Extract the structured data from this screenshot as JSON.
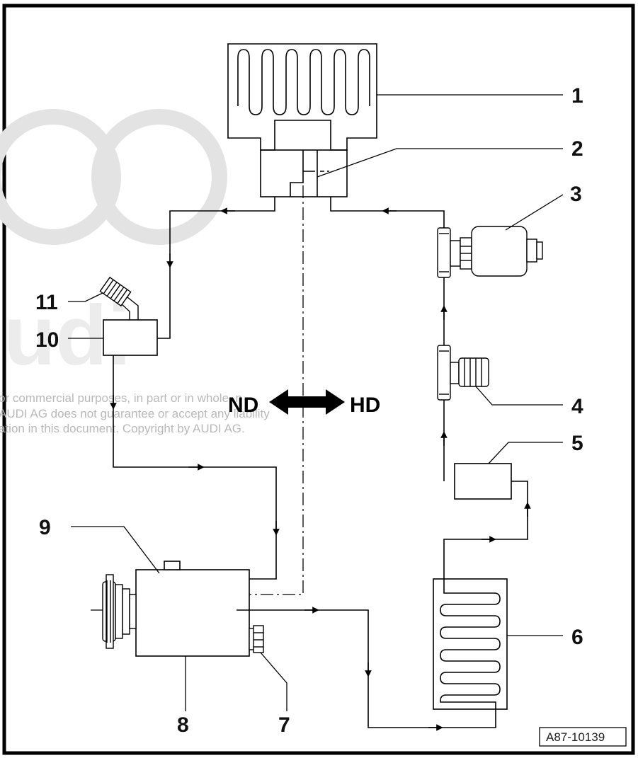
{
  "diagram": {
    "callouts": [
      {
        "id": "1",
        "label": "1"
      },
      {
        "id": "2",
        "label": "2"
      },
      {
        "id": "3",
        "label": "3"
      },
      {
        "id": "4",
        "label": "4"
      },
      {
        "id": "5",
        "label": "5"
      },
      {
        "id": "6",
        "label": "6"
      },
      {
        "id": "7",
        "label": "7"
      },
      {
        "id": "8",
        "label": "8"
      },
      {
        "id": "9",
        "label": "9"
      },
      {
        "id": "10",
        "label": "10"
      },
      {
        "id": "11",
        "label": "11"
      }
    ],
    "pressure_side": {
      "low": "ND",
      "high": "HD"
    },
    "reference_number": "A87-10139",
    "watermark": {
      "line1": "or commercial purposes, in part or in whole, n",
      "line2": "AUDI AG does not guarantee or accept any liability",
      "line3": "ation in this document. Copyright by AUDI AG.",
      "logo_text": "udi"
    }
  }
}
